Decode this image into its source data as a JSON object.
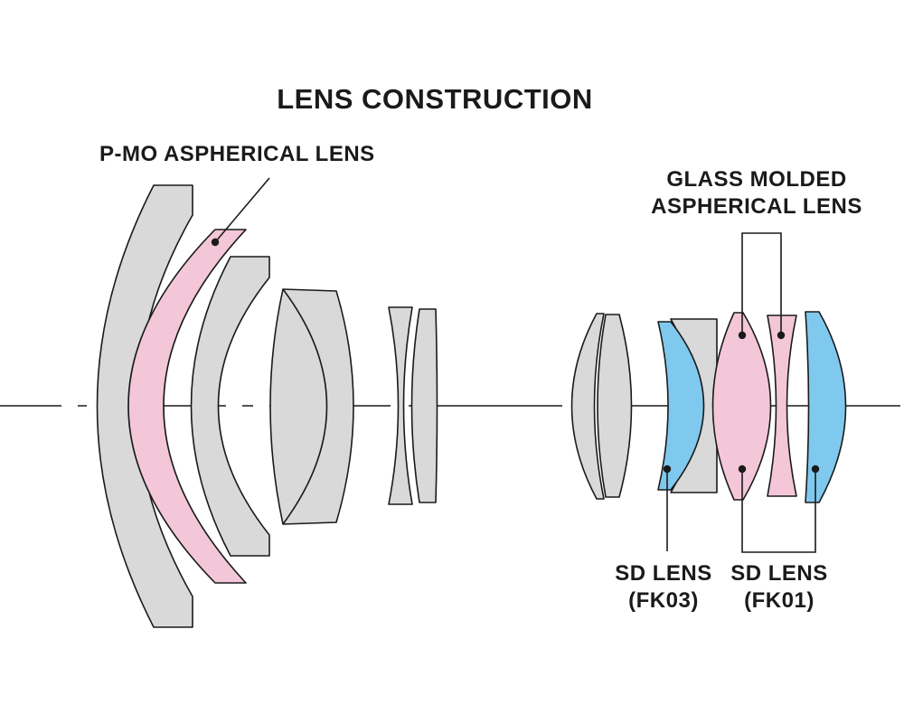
{
  "title": "LENS CONSTRUCTION",
  "labels": {
    "pmo": "P-MO ASPHERICAL LENS",
    "glass_molded_line1": "GLASS MOLDED",
    "glass_molded_line2": "ASPHERICAL LENS",
    "sd1_line1": "SD LENS",
    "sd1_line2": "(FK03)",
    "sd2_line1": "SD LENS",
    "sd2_line2": "(FK01)"
  },
  "colors": {
    "standard_element": "#d9d9d9",
    "aspherical_element": "#f3c7d8",
    "sd_element": "#80c9ee",
    "outline": "#1a1a1a"
  }
}
